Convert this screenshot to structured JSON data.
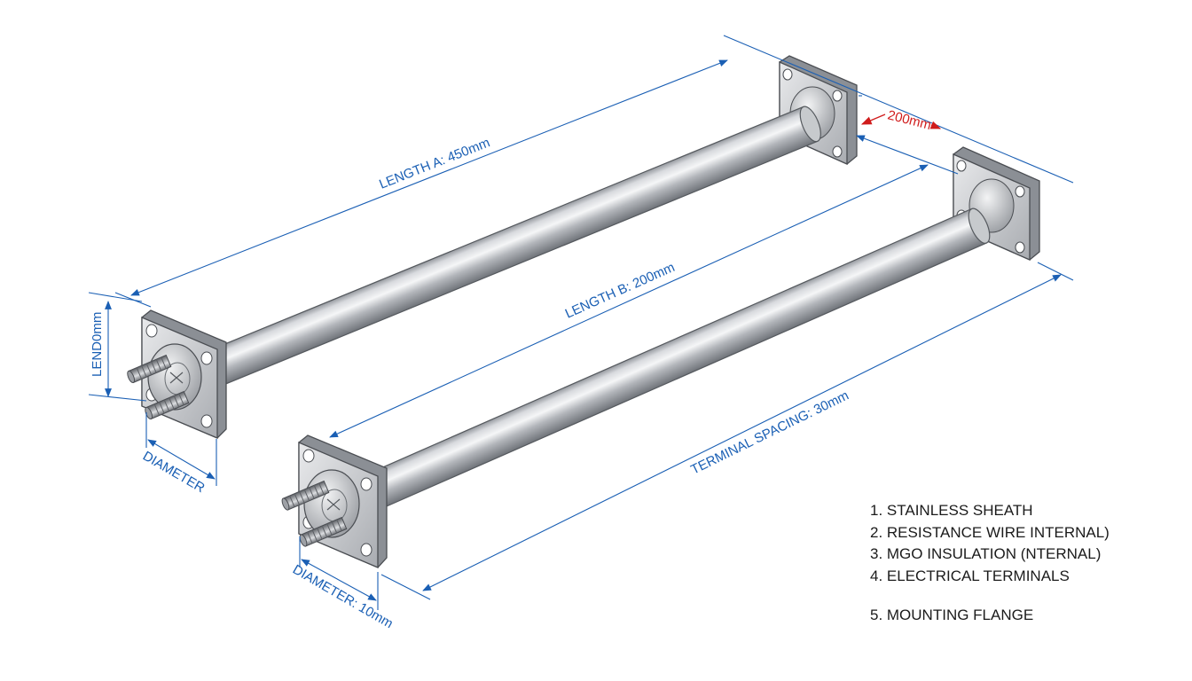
{
  "colors": {
    "dimension_line": "#1a5fb4",
    "highlight_dimension": "#d01c1c",
    "metal_light": "#f1f2f4",
    "metal_mid": "#b9bcc1",
    "metal_dark": "#6c7076",
    "outline": "#4a4d52",
    "legend_text": "#1b1b1b"
  },
  "dimensions": {
    "length_a": "LENGTH A: 450mm",
    "length_b": "LENGTH B: 200mm",
    "flange_offset": "200mm",
    "terminal_spacing": "TERMINAL SPACING: 30mm",
    "flange_height": "LEND0mm",
    "diameter_upper": "DIAMETER",
    "diameter_lower": "DIAMETER: 10mm"
  },
  "legend": {
    "items": [
      "1. STAINLESS SHEATH",
      "2. RESISTANCE WIRE INTERNAL)",
      "3. MGO INSULATION (NTERNAL)",
      "4. ELECTRICAL TERMINALS",
      "5. MOUNTING FLANGE"
    ]
  }
}
